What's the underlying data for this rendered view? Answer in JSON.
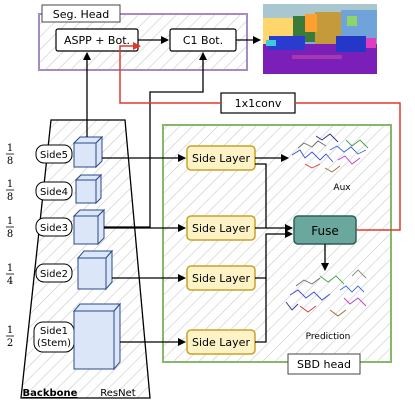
{
  "seg_head": {
    "title": "Seg. Head",
    "aspp": "ASPP + Bot.",
    "c1": "C1 Bot."
  },
  "conv": {
    "label": "1x1conv"
  },
  "backbone": {
    "sides": [
      {
        "label": "Side5",
        "scale_num": "1",
        "scale_den": "8"
      },
      {
        "label": "Side4",
        "scale_num": "",
        "scale_den": ""
      },
      {
        "label": "Side3",
        "scale_num": "1",
        "scale_den": "8"
      },
      {
        "label": "Side2",
        "scale_num": "1",
        "scale_den": "4"
      },
      {
        "label": "Side1\n(Stem)",
        "label_line1": "Side1",
        "label_line2": "(Stem)",
        "scale_num": "1",
        "scale_den": "2"
      }
    ],
    "title": "Backbone",
    "subtitle": "ResNet"
  },
  "sbd": {
    "side_layer_label": "Side Layer",
    "fuse": "Fuse",
    "aux": "Aux",
    "prediction": "Prediction",
    "title": "SBD head"
  },
  "colors": {
    "seg_border": "#a78bc0",
    "sbd_border": "#86b86c",
    "side_fill": "#fdf3c7",
    "side_border": "#c9a227",
    "fuse_fill": "#6aa79c",
    "red_line": "#e0382b",
    "cube_fill": "#dbe7f8",
    "cube_stroke": "#2b4a8a"
  }
}
